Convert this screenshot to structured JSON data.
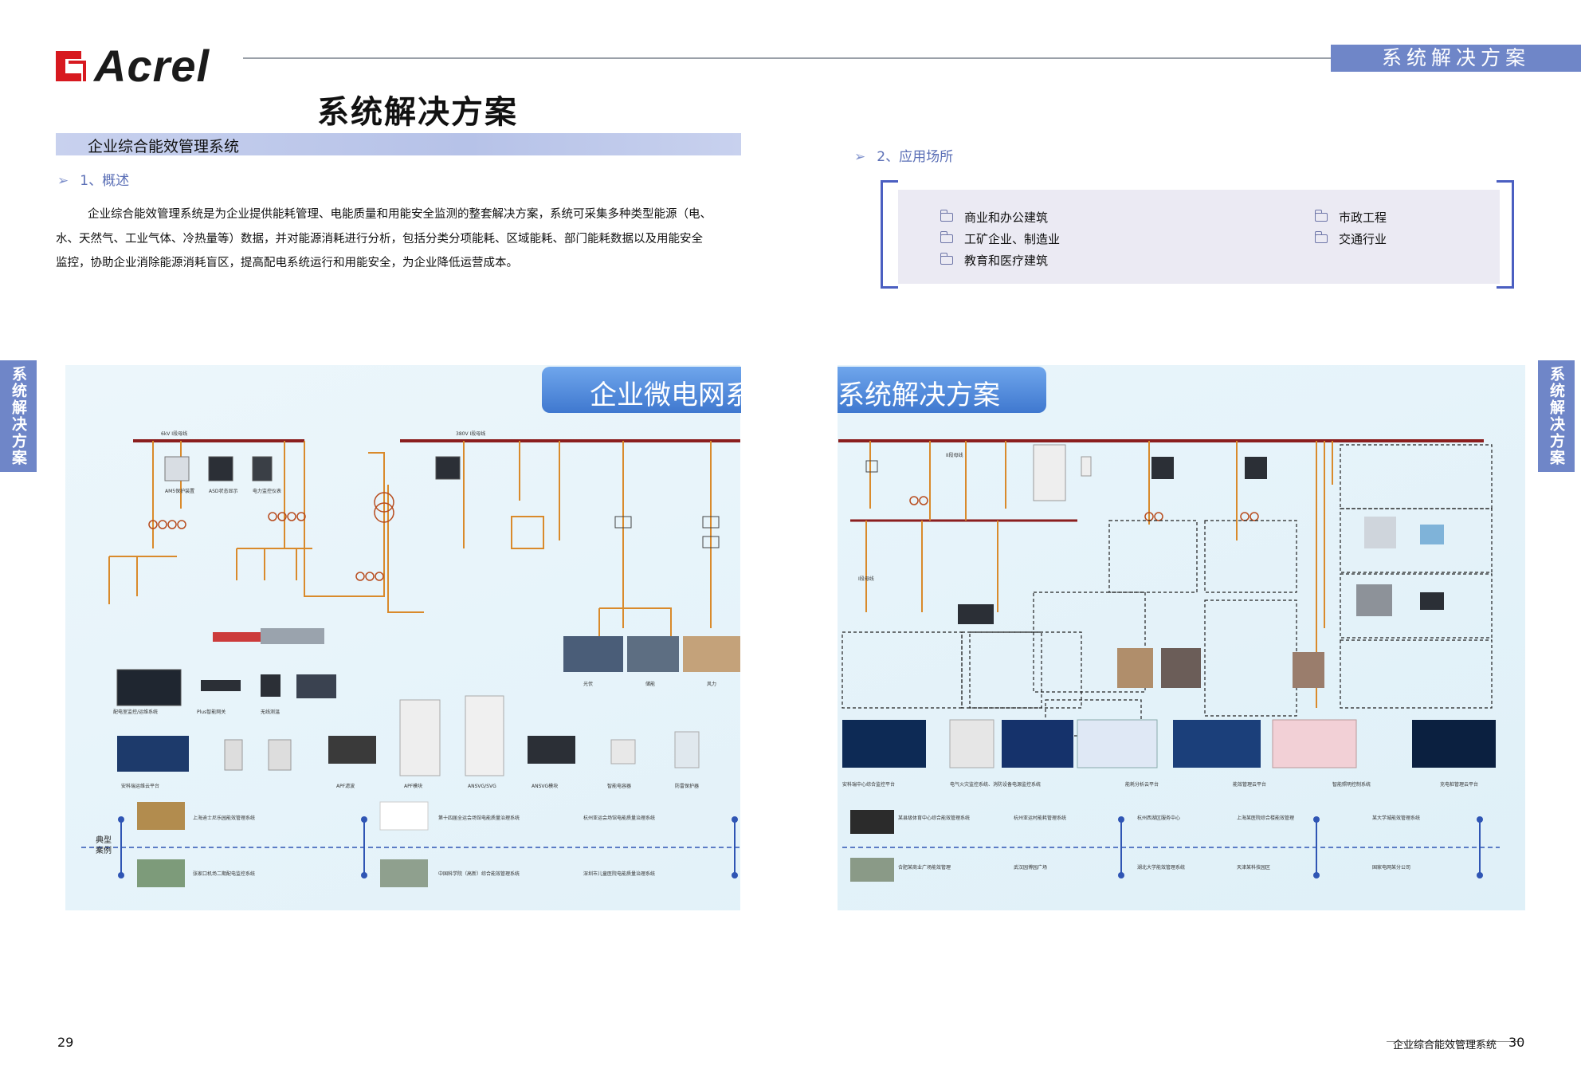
{
  "header": {
    "logo_text": "Acrel",
    "tag_right": "系统解决方案",
    "page_title": "系统解决方案"
  },
  "section": {
    "bar_title": "企业综合能效管理系统",
    "overview_heading": "1、概述",
    "overview_lines": [
      "企业综合能效管理系统是为企业提供能耗管理、电能质量和用能安全监测的整套解决方案，系统可采集多种类型能源（电、",
      "水、天然气、工业气体、冷热量等）数据，并对能源消耗进行分析，包括分类分项能耗、区域能耗、部门能耗数据以及用能安全",
      "监控，协助企业消除能源消耗盲区，提高配电系统运行和用能安全，为企业降低运营成本。"
    ],
    "application_heading": "2、应用场所",
    "applications_left": [
      "商业和办公建筑",
      "工矿企业、制造业",
      "教育和医疗建筑"
    ],
    "applications_right": [
      "市政工程",
      "交通行业"
    ]
  },
  "side_tabs": {
    "left": "系统解决方案",
    "right": "系统解决方案"
  },
  "diagram": {
    "banner_left": "企业微电网系",
    "banner_right": "系统解决方案",
    "bus_left_1": "6kV I段母线",
    "bus_left_2": "380V I段母线",
    "bus_right_label": "II段母线",
    "bus_right_label2": "I段母线",
    "legend_left": "典型\n案例",
    "left_device_labels": [
      "AM5保护装置",
      "ASD状态显示",
      "电力监控仪表"
    ],
    "left_row_labels": [
      "配电室监控/运维系统",
      "Plus智能网关",
      "无线测温"
    ],
    "left_row2_labels": [
      "安科瑞运维云平台",
      "APF滤波",
      "APF模块",
      "ANSVG/SVG",
      "ANSVG模块",
      "智能电容器",
      "防雷保护器"
    ],
    "energy_labels": [
      "光伏",
      "储能",
      "风力"
    ],
    "right_platforms": [
      "安科瑞中心综合监控平台",
      "电气火灾监控系统、消防设备电源监控系统",
      "能耗分析云平台",
      "能效管理云平台",
      "智能照明控制系统",
      "充电桩管理云平台"
    ],
    "cases_left_top": [
      "上海迪士尼乐园能效管理系统",
      "第十四届全运会场馆电能质量治理系统",
      "杭州亚运会场馆电能质量治理系统"
    ],
    "cases_left_bottom": [
      "张家口机场二期配电监控系统",
      "中国科学院（高新）综合能效管理系统",
      "深圳市儿童医院电能质量治理系统"
    ],
    "cases_right_top": [
      "某县级体育中心综合能效管理系统",
      "杭州亚运村能耗管理系统",
      "杭州西湖区服务中心",
      "上海某医院综合楼能效管理",
      "某大学城能效管理系统"
    ],
    "cases_right_bottom": [
      "合肥某商业广场能效管理",
      "武汉园博园广场",
      "湖北大学能效管理系统",
      "天津某科技园区",
      "国家电网某分公司"
    ]
  },
  "footer": {
    "page_left": "29",
    "footer_title": "企业综合能效管理系统",
    "page_right": "30"
  },
  "colors": {
    "accent_blue": "#6f86c8",
    "bracket_blue": "#4b5fc1",
    "bus_red": "#8b1e1e",
    "line_orange": "#d98a2b",
    "logo_red": "#d7191f"
  }
}
